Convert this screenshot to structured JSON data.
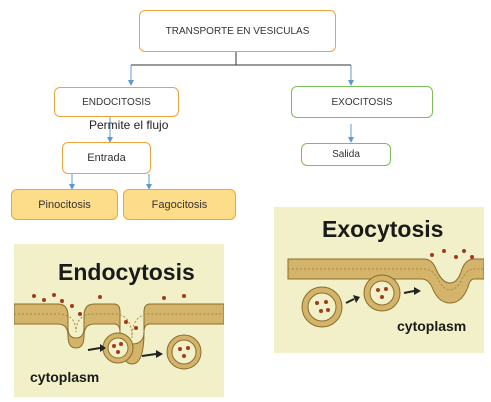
{
  "diagram": {
    "root": "TRANSPORTE EN VESICULAS",
    "left_branch": "ENDOCITOSIS",
    "right_branch": "EXOCITOSIS",
    "flow_note": "Permite el flujo",
    "entry": "Entrada",
    "exit": "Salida",
    "endo_types": [
      "Pinocitosis",
      "Fagocitosis"
    ]
  },
  "illustrations": {
    "endocytosis": {
      "title": "Endocytosis",
      "label": "cytoplasm"
    },
    "exocytosis": {
      "title": "Exocytosis",
      "label": "cytoplasm"
    }
  },
  "colors": {
    "orange_border": "#f0a23a",
    "green_border": "#7bbf5a",
    "type_fill": "#fddc8a",
    "arrow": "#5b9bd5",
    "illustration_bg": "#f1f0c8",
    "membrane": "#d3b46a"
  }
}
